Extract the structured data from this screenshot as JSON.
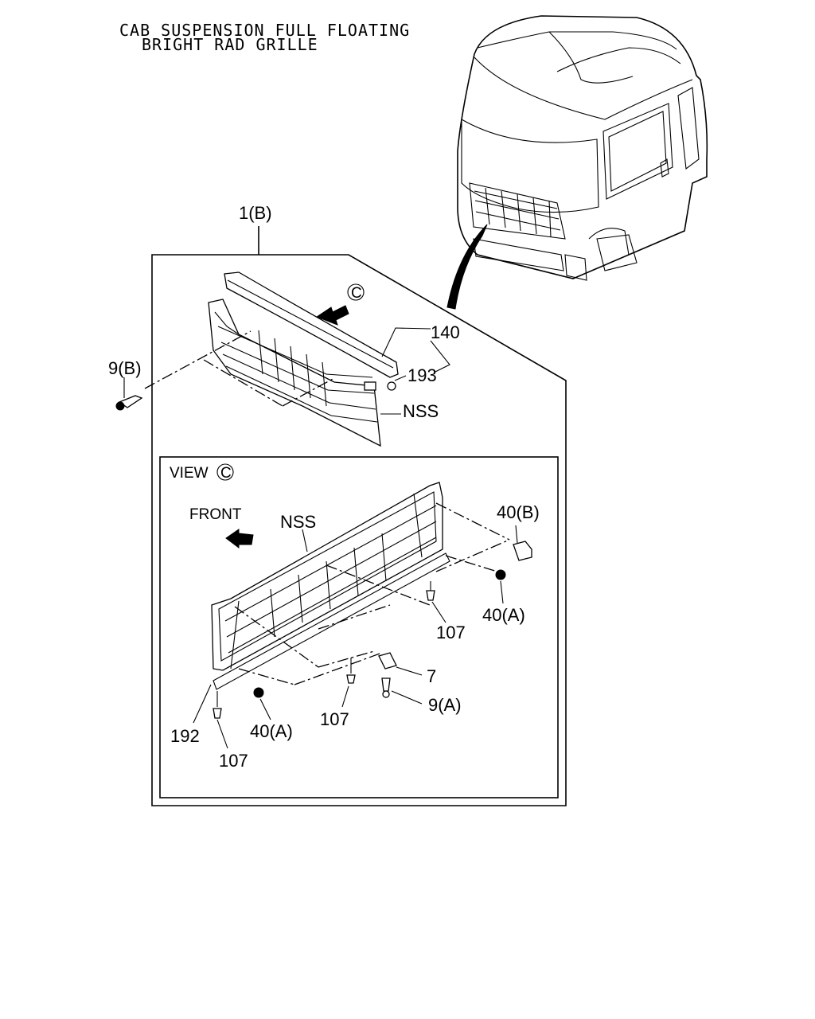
{
  "title": {
    "line1": "CAB SUSPENSION FULL FLOATING",
    "line2": "BRIGHT RAD GRILLE"
  },
  "callouts": {
    "assembly": "1(B)",
    "part_140": "140",
    "part_193": "193",
    "part_9b": "9(B)",
    "nss_top": "NSS",
    "nss_view": "NSS",
    "part_40b": "40(B)",
    "part_40a_right": "40(A)",
    "part_107_right": "107",
    "part_7": "7",
    "part_9a": "9(A)",
    "part_107_mid": "107",
    "part_40a_left": "40(A)",
    "part_192": "192",
    "part_107_left": "107"
  },
  "view": {
    "label": "VIEW",
    "marker": "C",
    "front_label": "FRONT"
  },
  "view_marker_top": "C",
  "icons": [
    "arrow-icon",
    "view-c-marker-icon",
    "front-arrow-icon"
  ]
}
